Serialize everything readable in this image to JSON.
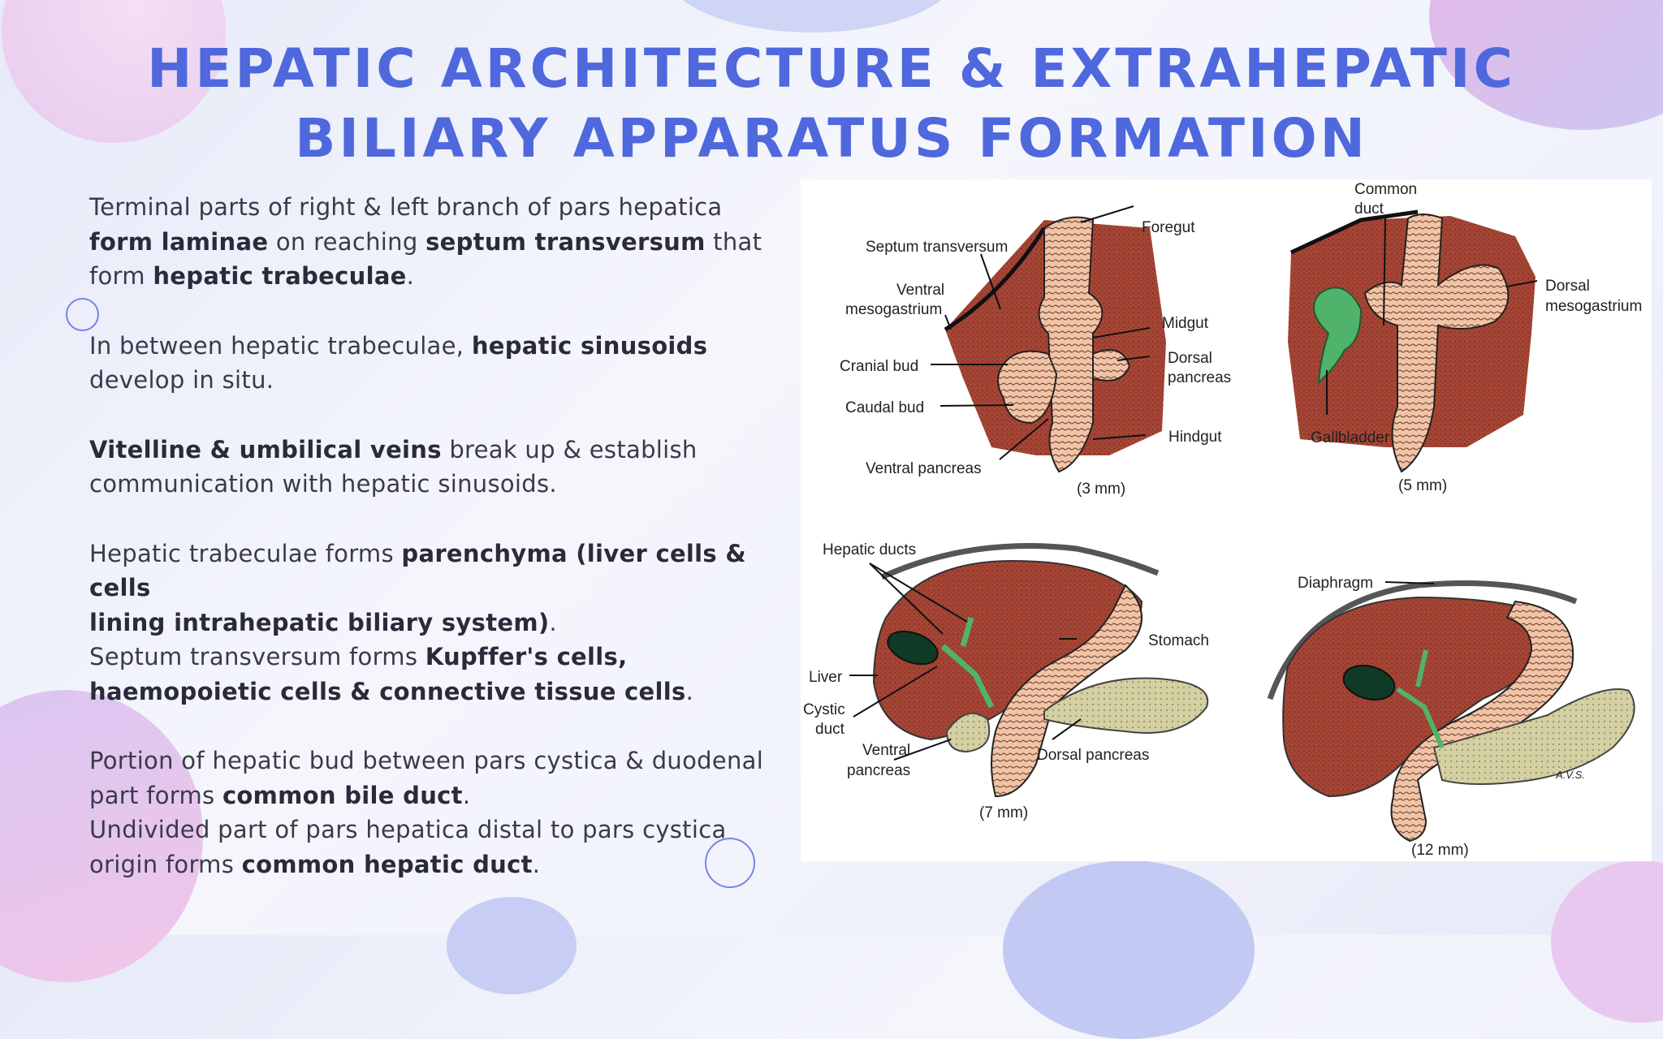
{
  "slide": {
    "title_line1": "Hepatic Architecture & Extrahepatic",
    "title_line2": "Biliary Apparatus Formation"
  },
  "body": {
    "p1": {
      "a": "Terminal parts of right & left branch of pars hepatica",
      "b": "form laminae",
      "c": " on reaching ",
      "d": "septum transversum",
      "e": " that",
      "f": "form ",
      "g": "hepatic trabeculae",
      "h": "."
    },
    "p2": {
      "a": "In between hepatic trabeculae, ",
      "b": "hepatic sinusoids",
      "c": "develop in situ."
    },
    "p3": {
      "a": "Vitelline & umbilical veins",
      "b": " break up & establish",
      "c": "communication with hepatic sinusoids."
    },
    "p4": {
      "a": "Hepatic trabeculae forms ",
      "b": "parenchyma (liver cells & cells",
      "c": "lining intrahepatic biliary system)",
      "d": ".",
      "e": "Septum transversum forms ",
      "f": "Kupffer's cells,",
      "g": "haemopoietic cells & connective tissue cells",
      "h": "."
    },
    "p5": {
      "a": "Portion of hepatic bud between pars cystica & duodenal",
      "b": "part forms ",
      "c": "common bile duct",
      "d": ".",
      "e": "Undivided part of pars hepatica distal to pars cystica",
      "f": "origin forms ",
      "g": "common hepatic duct",
      "h": "."
    }
  },
  "figure": {
    "panel1": {
      "labels": [
        "Foregut",
        "Septum transversum",
        "Ventral",
        "mesogastrium",
        "Midgut",
        "Cranial bud",
        "Dorsal",
        "pancreas",
        "Caudal bud",
        "Hindgut",
        "Ventral pancreas"
      ],
      "stage": "(3 mm)"
    },
    "panel2": {
      "labels": [
        "Common",
        "duct",
        "Dorsal",
        "mesogastrium",
        "Gallbladder"
      ],
      "stage": "(5 mm)"
    },
    "panel3": {
      "labels": [
        "Hepatic ducts",
        "Stomach",
        "Liver",
        "Cystic",
        "duct",
        "Ventral",
        "pancreas",
        "Dorsal pancreas"
      ],
      "stage": "(7 mm)"
    },
    "panel4": {
      "labels": [
        "Diaphragm",
        "A.V.S."
      ],
      "stage": "(12 mm)"
    }
  },
  "colors": {
    "title": "#4f68dd",
    "liver": "#a64535",
    "gut": "#f3c3a6",
    "gallbladder": "#4fb36b",
    "pancreas": "#d4d0a2"
  }
}
